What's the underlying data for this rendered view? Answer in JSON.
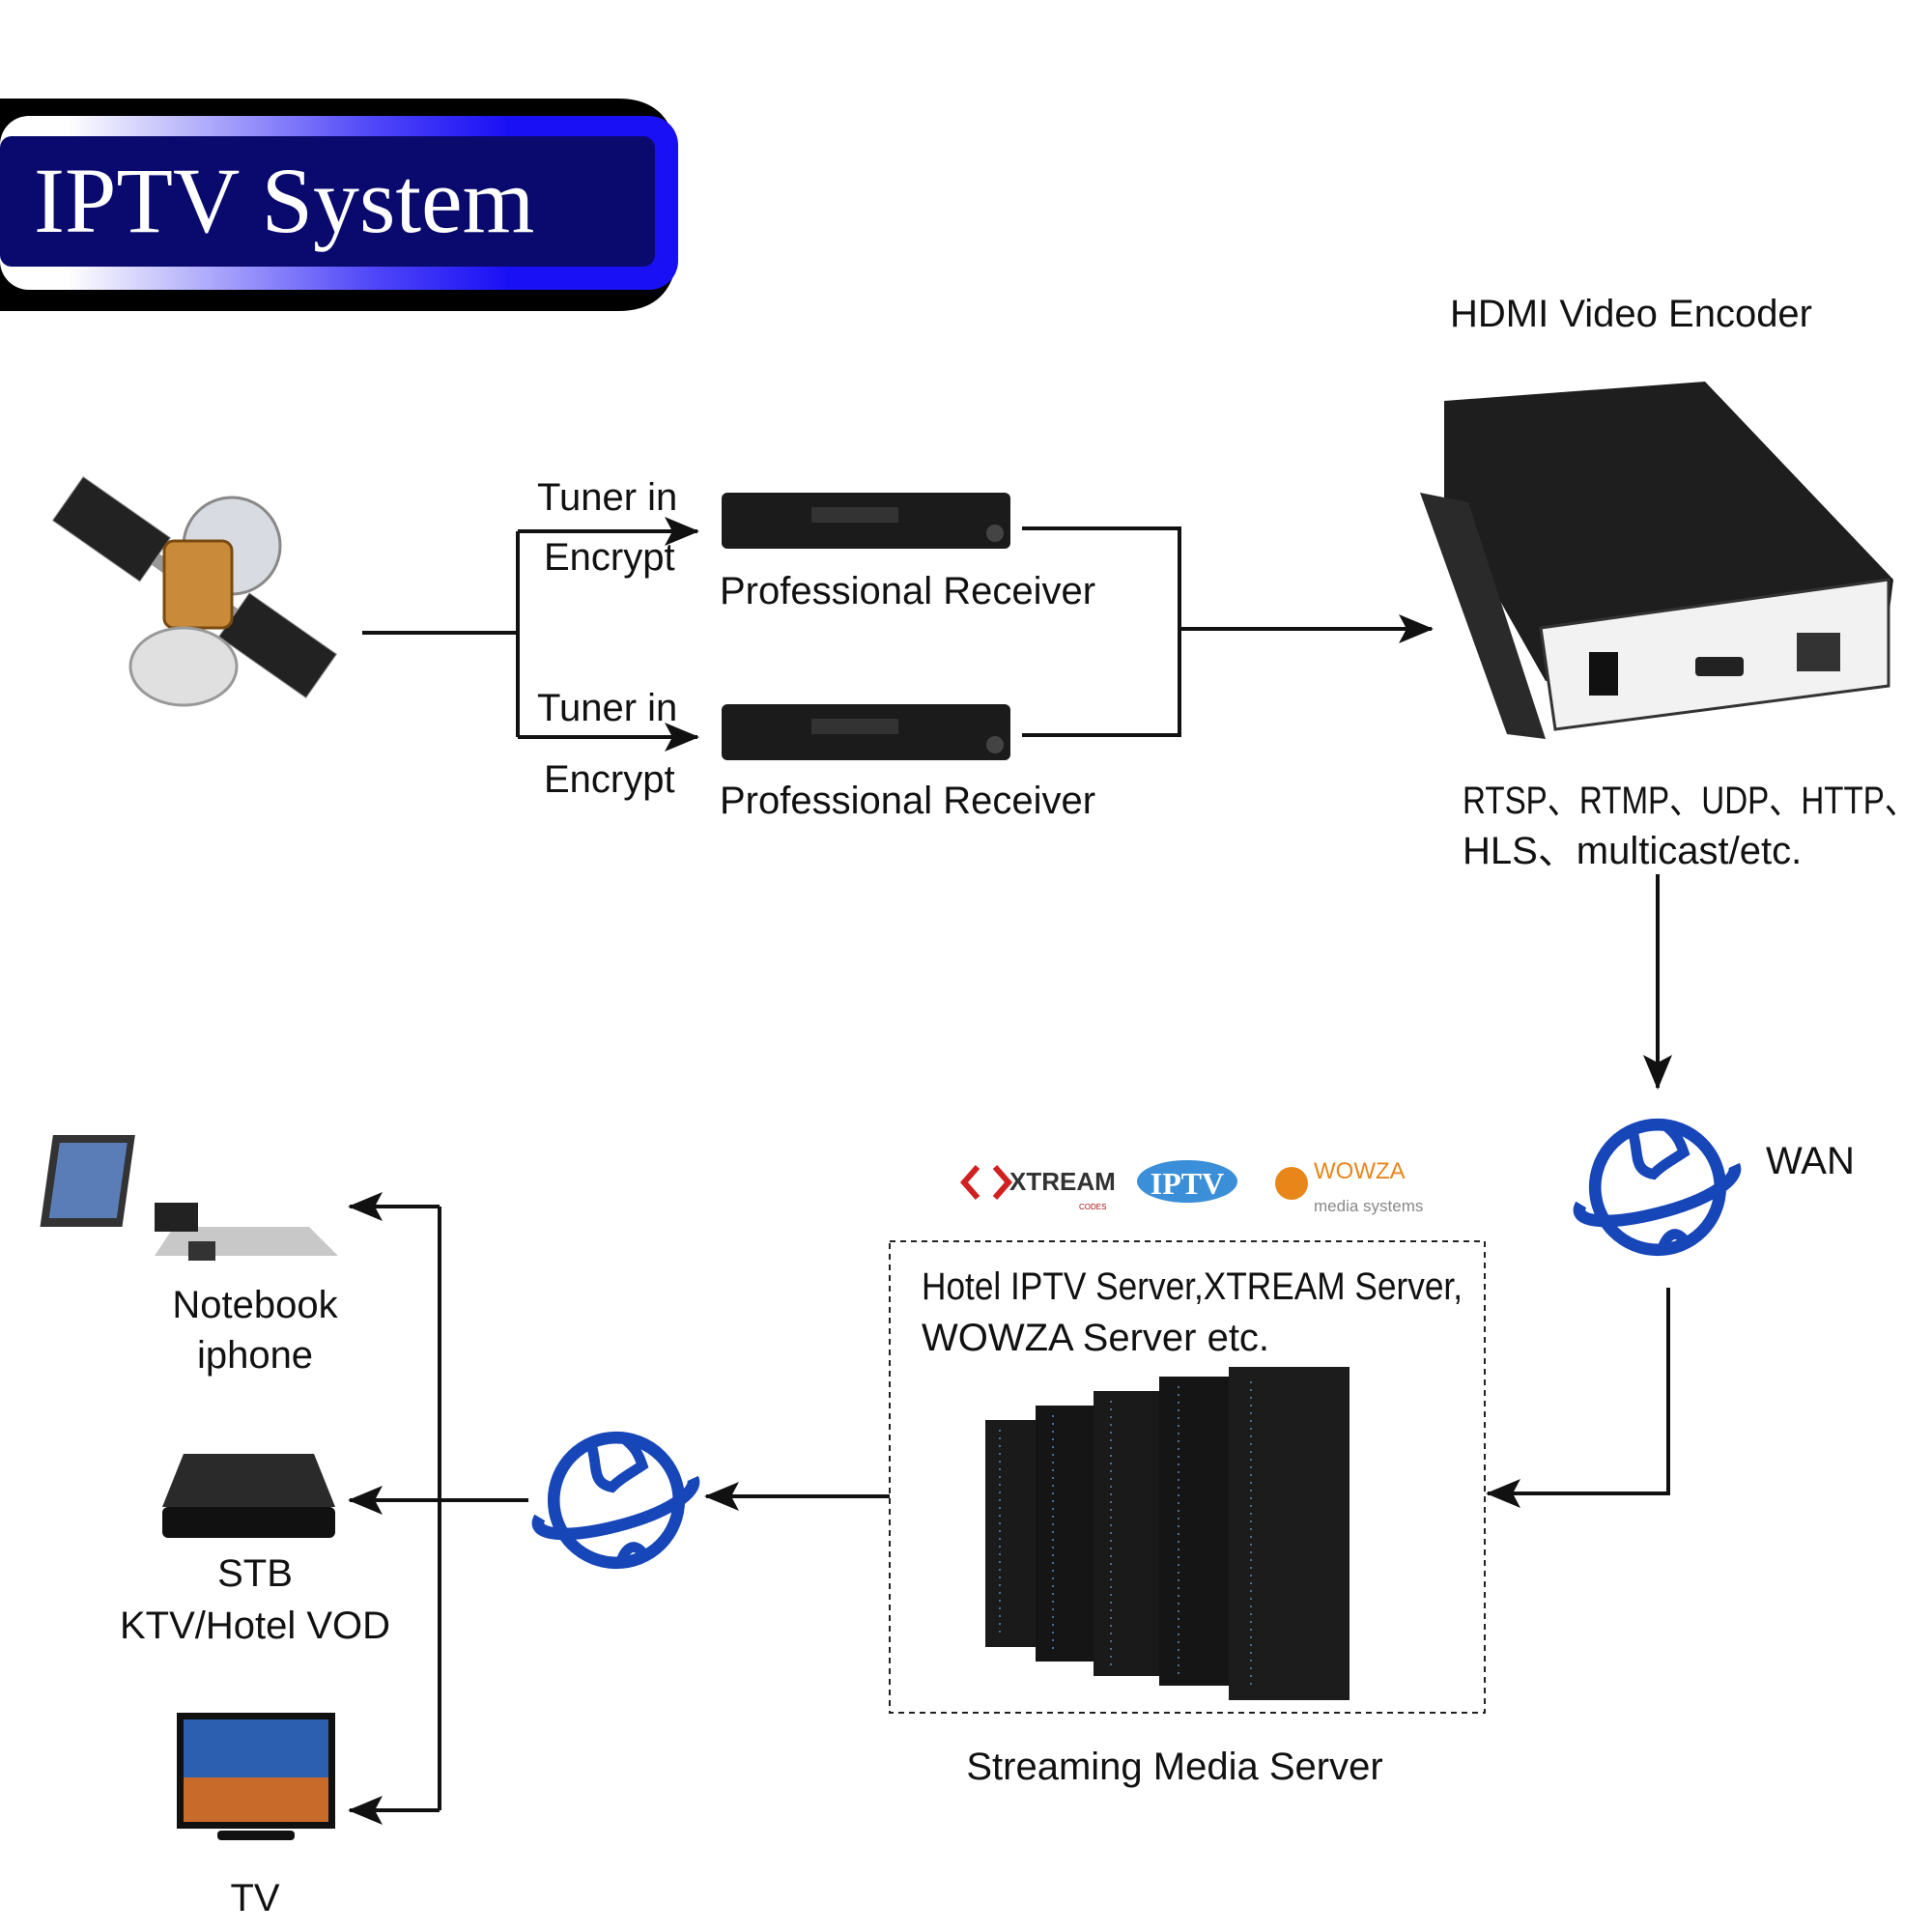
{
  "title": "IPTV System",
  "encoder": {
    "label": "HDMI Video Encoder",
    "protocols_line1": "RTSP、RTMP、UDP、HTTP、",
    "protocols_line2": "HLS、multicast/etc."
  },
  "receivers": [
    {
      "tuner": "Tuner in",
      "encrypt": "Encrypt",
      "label": "Professional Receiver"
    },
    {
      "tuner": "Tuner in",
      "encrypt": "Encrypt",
      "label": "Professional Receiver"
    }
  ],
  "wan": {
    "label": "WAN"
  },
  "server": {
    "line1": "Hotel IPTV Server,XTREAM Server,",
    "line2": "WOWZA Server etc.",
    "label": "Streaming Media Server",
    "logos": {
      "xtream": "XTREAM",
      "xtream_sub": "CODES",
      "iptv": "IPTV",
      "wowza": "WOWZA",
      "wowza_sub": "media systems"
    }
  },
  "clients": [
    {
      "line1": "Notebook",
      "line2": "iphone"
    },
    {
      "line1": "STB",
      "line2": "KTV/Hotel VOD"
    },
    {
      "line1": "TV",
      "line2": ""
    }
  ],
  "colors": {
    "banner_dark": "#0a0a6e",
    "banner_bright": "#1a10f5",
    "globe": "#1746b8",
    "wowza": "#e8861a",
    "xtream": "#d02020",
    "iptv_logo": "#3a8fd8"
  }
}
